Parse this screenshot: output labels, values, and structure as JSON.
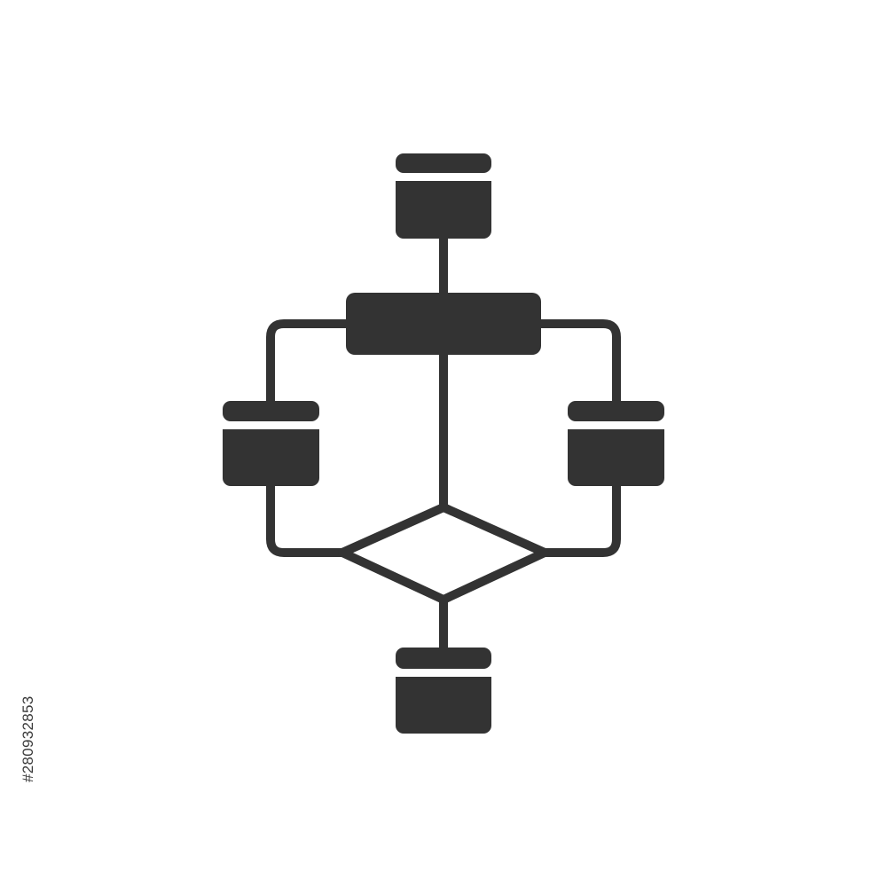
{
  "colors": {
    "icon": "#333333",
    "background": "#ffffff",
    "watermark_text": "#3a3a3a"
  },
  "icon": {
    "name": "flowchart-icon",
    "nodes": [
      {
        "name": "top-process-box",
        "kind": "card"
      },
      {
        "name": "main-process-bar",
        "kind": "bar"
      },
      {
        "name": "left-process-box",
        "kind": "card"
      },
      {
        "name": "right-process-box",
        "kind": "card"
      },
      {
        "name": "decision-diamond",
        "kind": "diamond"
      },
      {
        "name": "bottom-process-box",
        "kind": "card"
      }
    ]
  },
  "watermark": {
    "stock_id": "#280932853"
  }
}
